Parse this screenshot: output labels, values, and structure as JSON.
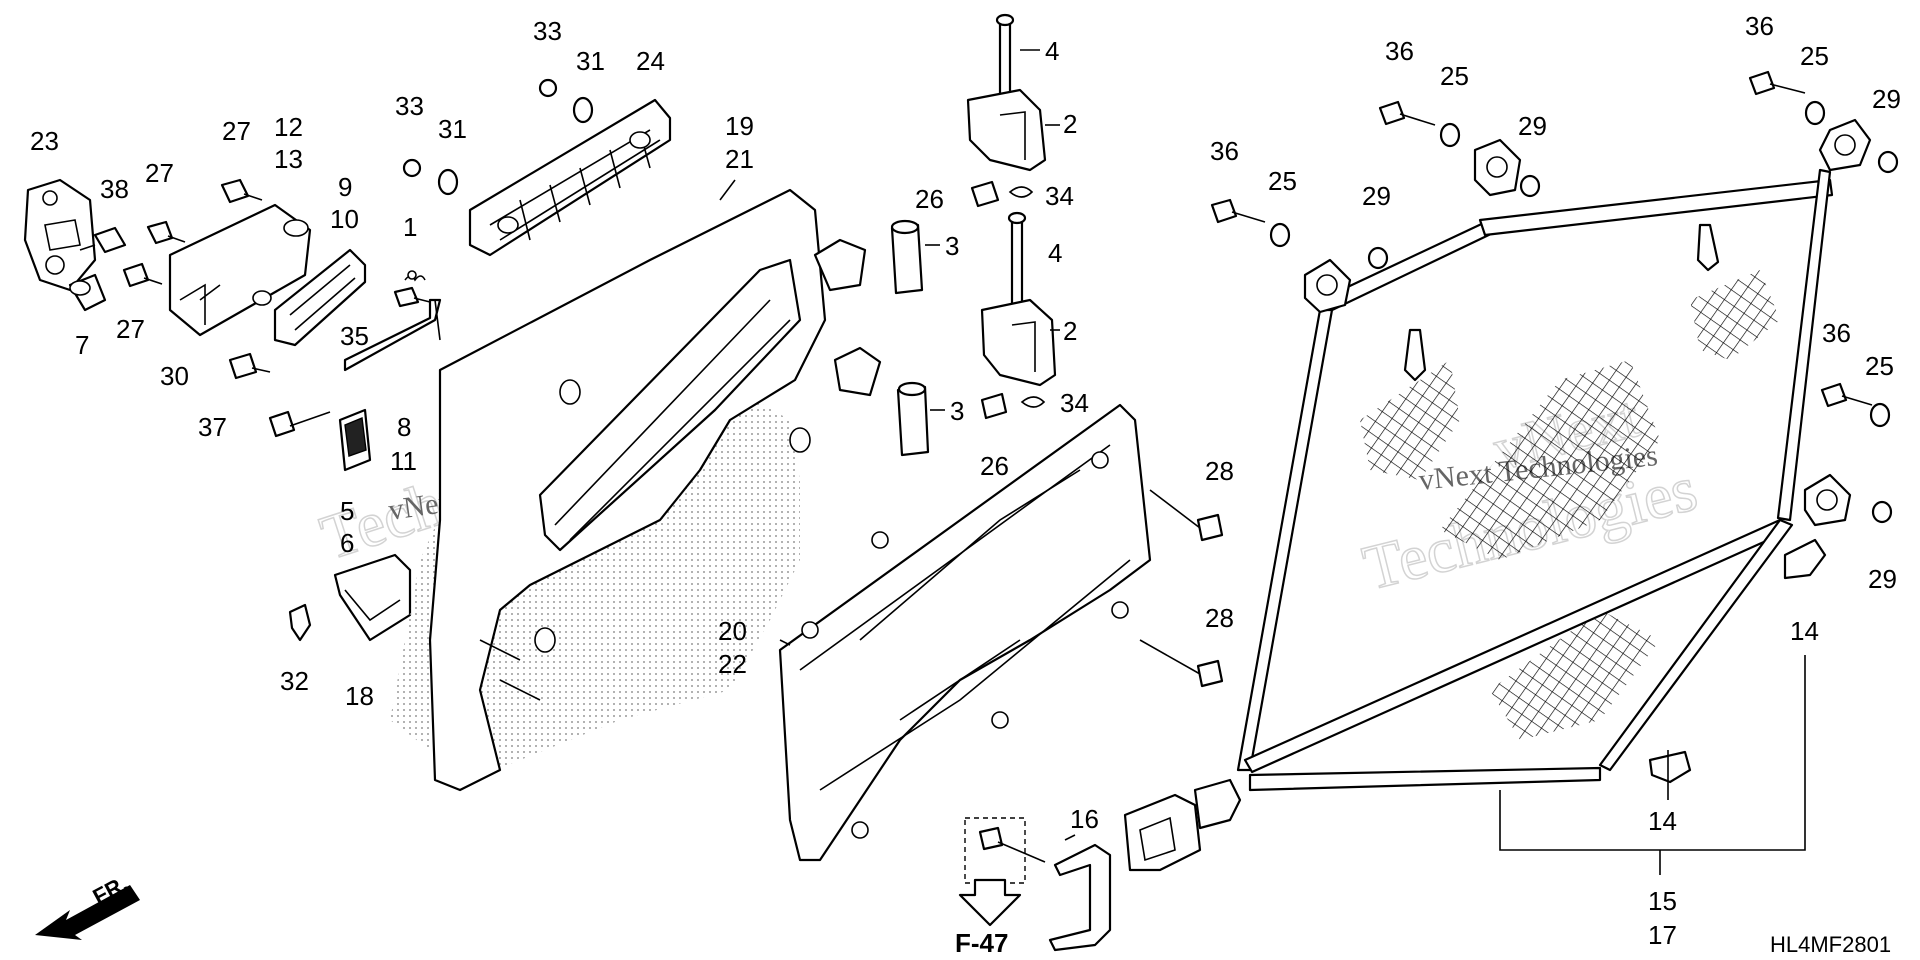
{
  "diagram": {
    "drawing_code": "HL4MF2801",
    "reference_label": "F-47",
    "direction_label": "FR.",
    "watermark": {
      "brand": "vNext",
      "company": "vNext Technologies",
      "line1": "Technologies"
    },
    "part_labels": {
      "p1": "1",
      "p2a": "2",
      "p2b": "2",
      "p3a": "3",
      "p3b": "3",
      "p4a": "4",
      "p4b": "4",
      "p5": "5",
      "p6": "6",
      "p7": "7",
      "p8": "8",
      "p9": "9",
      "p10": "10",
      "p11": "11",
      "p12": "12",
      "p13": "13",
      "p14a": "14",
      "p14b": "14",
      "p15": "15",
      "p16": "16",
      "p17": "17",
      "p18": "18",
      "p19": "19",
      "p20": "20",
      "p21": "21",
      "p22": "22",
      "p23": "23",
      "p24": "24",
      "p25a": "25",
      "p25b": "25",
      "p25c": "25",
      "p25d": "25",
      "p26a": "26",
      "p26b": "26",
      "p27a": "27",
      "p27b": "27",
      "p27c": "27",
      "p28a": "28",
      "p28b": "28",
      "p29a": "29",
      "p29b": "29",
      "p29c": "29",
      "p29d": "29",
      "p30": "30",
      "p31a": "31",
      "p31b": "31",
      "p32": "32",
      "p33a": "33",
      "p33b": "33",
      "p34a": "34",
      "p34b": "34",
      "p35": "35",
      "p36a": "36",
      "p36b": "36",
      "p36c": "36",
      "p36d": "36",
      "p37": "37",
      "p38": "38"
    }
  }
}
